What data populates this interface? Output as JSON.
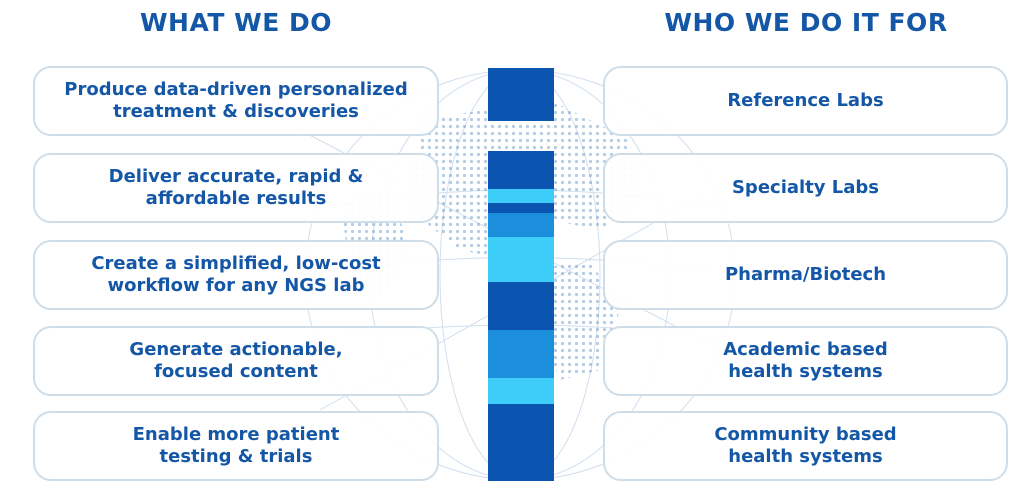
{
  "left_title": "WHAT WE DO",
  "right_title": "WHO WE DO IT FOR",
  "what_we_do": [
    "Produce data-driven personalized\ntreatment & discoveries",
    "Deliver accurate, rapid &\naffordable results",
    "Create a simplified, low-cost\nworkflow for any NGS lab",
    "Generate actionable,\nfocused content",
    "Enable more patient\ntesting & trials"
  ],
  "who_we_do_it_for": [
    "Reference Labs",
    "Specialty Labs",
    "Pharma/Biotech",
    "Academic based\nhealth systems",
    "Community based\nhealth systems"
  ],
  "colors": {
    "title": "#1457a6",
    "bar_dark": "#0b55b0",
    "bar_mid": "#1b8fdc",
    "bar_light": "#3dcdf8",
    "card_border": "#cfdde8"
  }
}
